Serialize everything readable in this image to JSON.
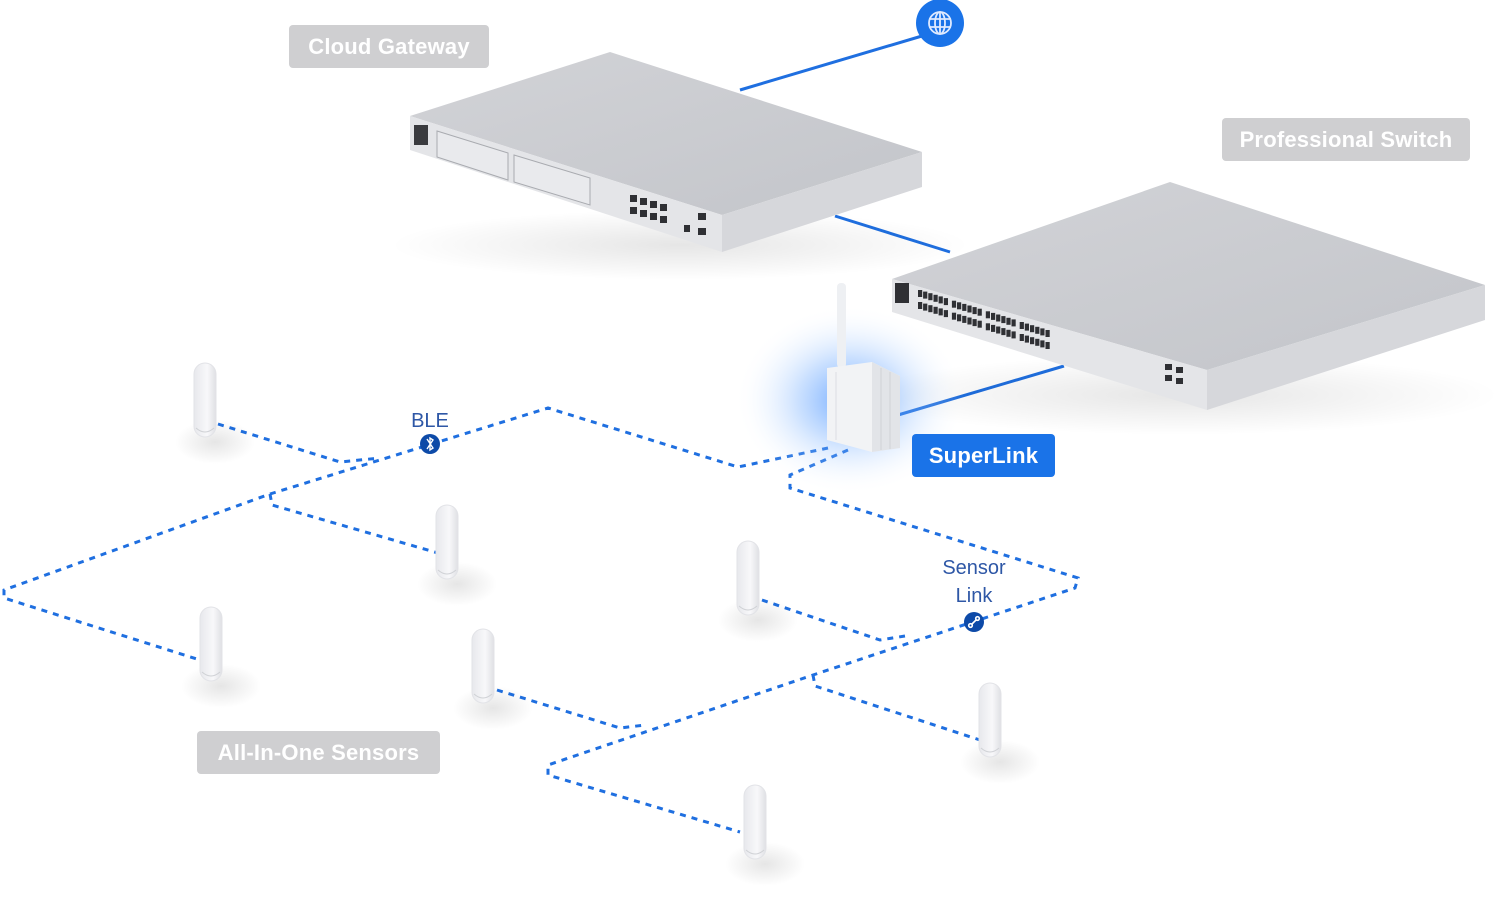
{
  "diagram": {
    "title": "SuperLink sensor network topology",
    "colors": {
      "accent": "#1a73e8",
      "link_line": "#1f6fe0",
      "label_text": "#2e57a6",
      "node_badge": "#0d4aa8",
      "tag_gray": "#cfcfd1",
      "device_body": "#c9cbcf"
    },
    "labels": {
      "cloud_gateway": "Cloud Gateway",
      "professional_switch": "Professional Switch",
      "superlink": "SuperLink",
      "all_in_one_sensors": "All-In-One Sensors",
      "ble": "BLE",
      "sensor_link_line1": "Sensor",
      "sensor_link_line2": "Link"
    },
    "icons": {
      "internet": "globe-icon",
      "ble_badge": "bluetooth-icon",
      "sensor_link_badge": "link-icon"
    },
    "nodes": [
      {
        "id": "internet",
        "label": "",
        "type": "internet"
      },
      {
        "id": "cloud-gateway",
        "label": "Cloud Gateway",
        "type": "gateway",
        "rj45_ports": 8,
        "sfp_ports": 2
      },
      {
        "id": "professional-switch",
        "label": "Professional Switch",
        "type": "switch",
        "rj45_ports": 48,
        "sfp_ports": 4
      },
      {
        "id": "superlink",
        "label": "SuperLink",
        "type": "bridge"
      },
      {
        "id": "sensor-1",
        "type": "sensor"
      },
      {
        "id": "sensor-2",
        "type": "sensor"
      },
      {
        "id": "sensor-3",
        "type": "sensor"
      },
      {
        "id": "sensor-4",
        "type": "sensor"
      },
      {
        "id": "sensor-5",
        "type": "sensor"
      },
      {
        "id": "sensor-6",
        "type": "sensor"
      },
      {
        "id": "sensor-7",
        "type": "sensor"
      }
    ],
    "links": [
      {
        "from": "internet",
        "to": "cloud-gateway",
        "style": "solid"
      },
      {
        "from": "cloud-gateway",
        "to": "professional-switch",
        "style": "solid"
      },
      {
        "from": "professional-switch",
        "to": "superlink",
        "style": "solid"
      },
      {
        "from": "superlink",
        "to": "ble-mesh",
        "style": "dashed",
        "protocol": "BLE"
      },
      {
        "from": "superlink",
        "to": "sensor-link-mesh",
        "style": "dashed",
        "protocol": "Sensor Link"
      }
    ]
  }
}
